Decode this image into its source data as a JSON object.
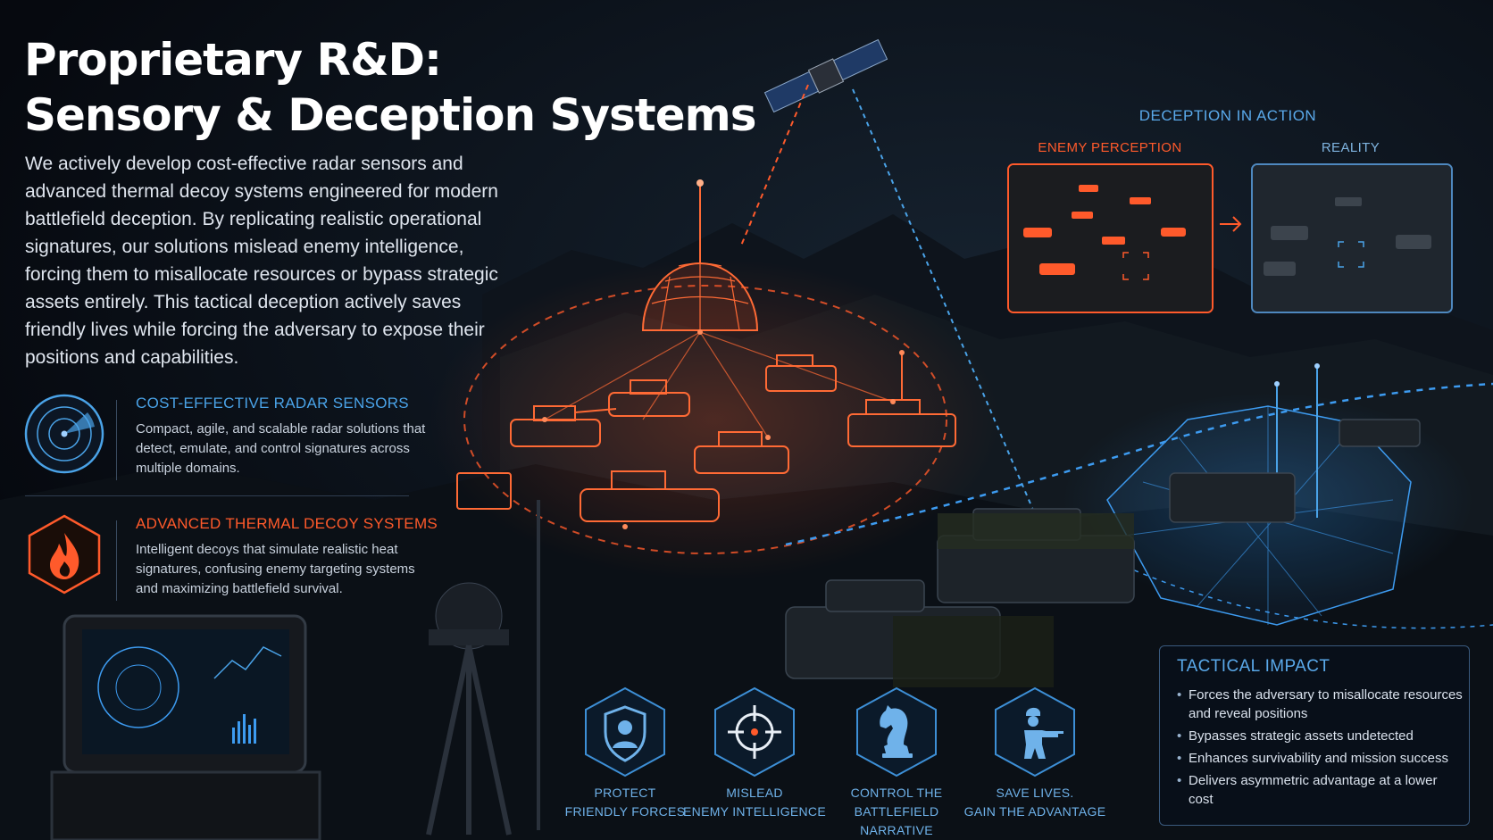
{
  "header": {
    "title_line1": "Proprietary R&D:",
    "title_line2": "Sensory & Deception Systems"
  },
  "intro": "We actively develop cost-effective radar sensors and advanced thermal decoy systems engineered for modern battlefield deception. By replicating realistic operational signatures, our solutions mislead enemy intelligence, forcing them to misallocate resources or bypass strategic assets entirely. This tactical deception actively saves friendly lives while forcing the adversary to expose their positions and capabilities.",
  "features": [
    {
      "icon": "radar-icon",
      "title": "COST-EFFECTIVE RADAR SENSORS",
      "description": "Compact, agile, and scalable radar solutions that detect, emulate, and control signatures across multiple domains.",
      "color": "#4aa3e8"
    },
    {
      "icon": "flame-icon",
      "title": "ADVANCED THERMAL DECOY SYSTEMS",
      "description": "Intelligent decoys that simulate realistic heat signatures, confusing enemy targeting systems and maximizing battlefield survival.",
      "color": "#ff5a2b"
    }
  ],
  "deception": {
    "title": "DECEPTION IN ACTION",
    "enemy_label": "ENEMY PERCEPTION",
    "reality_label": "REALITY"
  },
  "impact": {
    "title": "TACTICAL IMPACT",
    "items": [
      "Forces the adversary to misallocate resources and reveal positions",
      "Bypasses strategic assets undetected",
      "Enhances survivability and mission success",
      "Delivers asymmetric advantage at a lower cost"
    ]
  },
  "pillars": [
    {
      "icon": "shield-person-icon",
      "line1": "PROTECT",
      "line2": "FRIENDLY FORCES"
    },
    {
      "icon": "crosshair-icon",
      "line1": "MISLEAD",
      "line2": "ENEMY INTELLIGENCE"
    },
    {
      "icon": "chess-knight-icon",
      "line1": "CONTROL THE",
      "line2": "BATTLEFIELD NARRATIVE"
    },
    {
      "icon": "soldier-icon",
      "line1": "SAVE LIVES.",
      "line2": "GAIN THE ADVANTAGE"
    }
  ],
  "colors": {
    "thermal_accent": "#ff5a2b",
    "radar_accent": "#4aa3e8",
    "background": "#070b12"
  }
}
